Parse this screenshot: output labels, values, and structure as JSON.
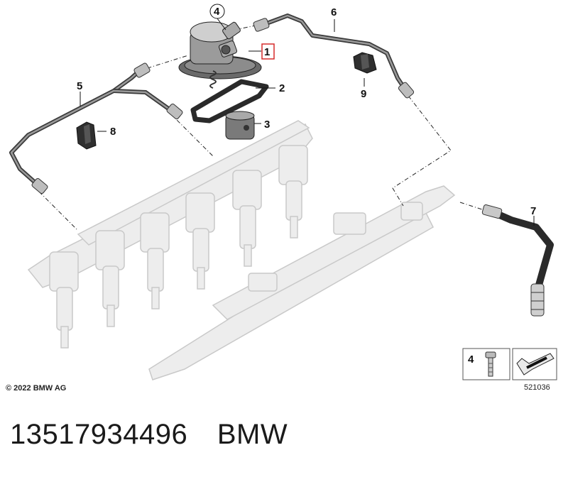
{
  "callouts": {
    "c1": "1",
    "c2": "2",
    "c3": "3",
    "c4": "4",
    "c5": "5",
    "c6": "6",
    "c7": "7",
    "c8": "8",
    "c9": "9"
  },
  "legend": {
    "item_number": "4",
    "reference_number": "521036"
  },
  "copyright": "© 2022 BMW AG",
  "part_number": "13517934496",
  "brand": "BMW",
  "colors": {
    "highlight_box": "#d62b2b",
    "ghost_parts": "#d4d4d4",
    "dark_parts": "#4a4a4a"
  }
}
